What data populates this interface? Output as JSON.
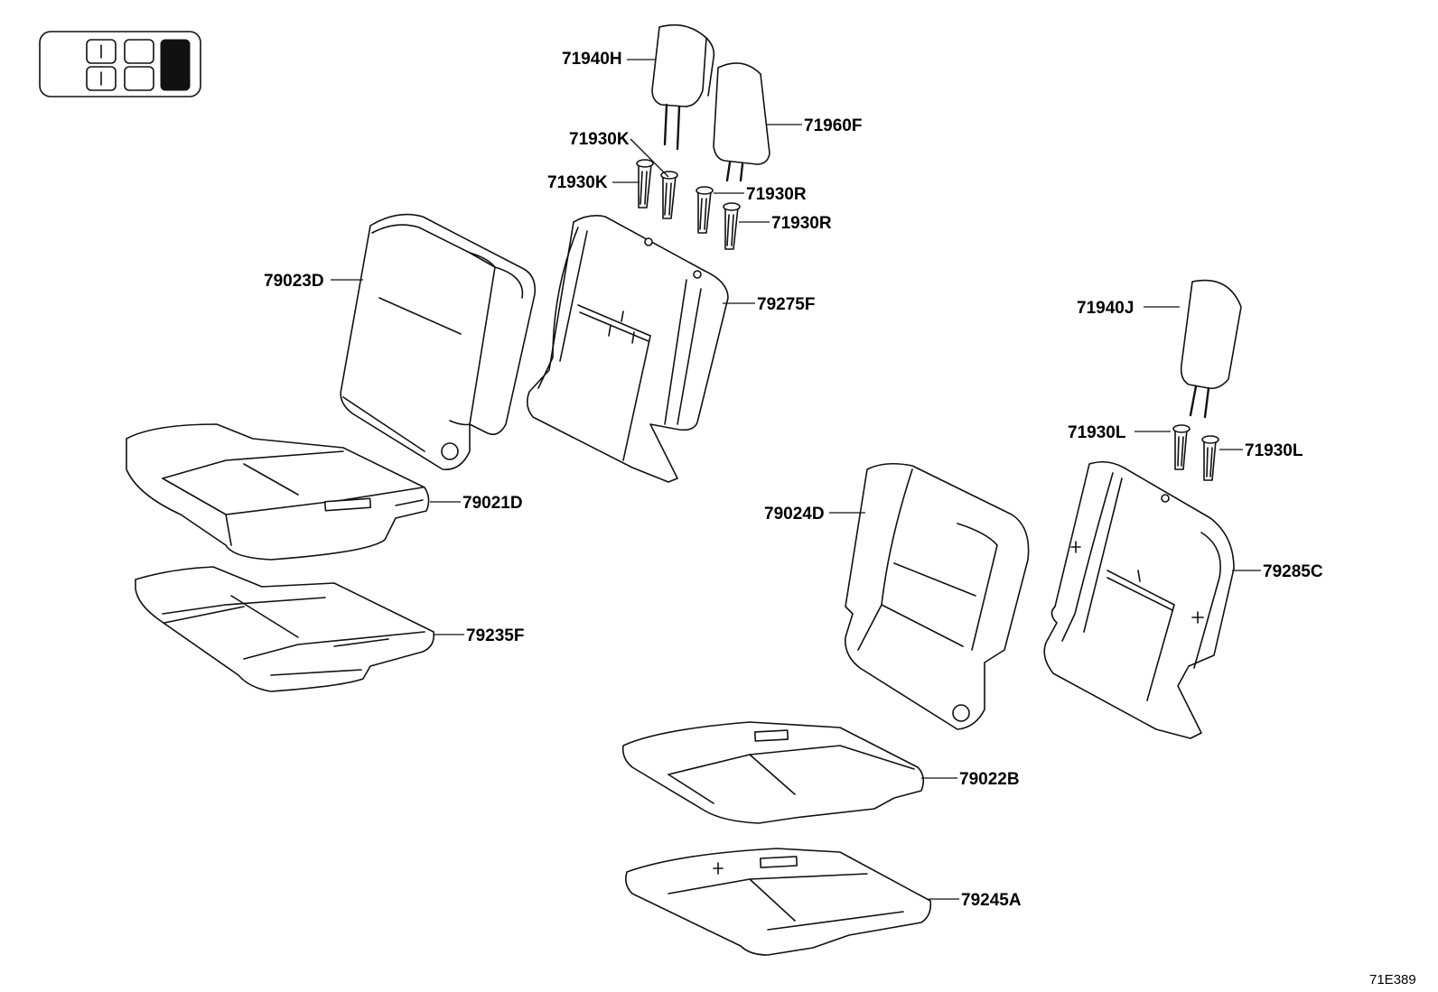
{
  "labels": {
    "p71940H": "71940H",
    "p71960F": "71960F",
    "p71930K_a": "71930K",
    "p71930K_b": "71930K",
    "p71930R_a": "71930R",
    "p71930R_b": "71930R",
    "p79023D": "79023D",
    "p79275F": "79275F",
    "p71940J": "71940J",
    "p79021D": "79021D",
    "p71930L_a": "71930L",
    "p71930L_b": "71930L",
    "p79024D": "79024D",
    "p79285C": "79285C",
    "p79235F": "79235F",
    "p79022B": "79022B",
    "p79245A": "79245A"
  },
  "figure_code": "71E389",
  "locator_icon": "seat-row-locator-icon",
  "colors": {
    "line": "#111111",
    "background": "#ffffff",
    "highlight": "#111111"
  }
}
